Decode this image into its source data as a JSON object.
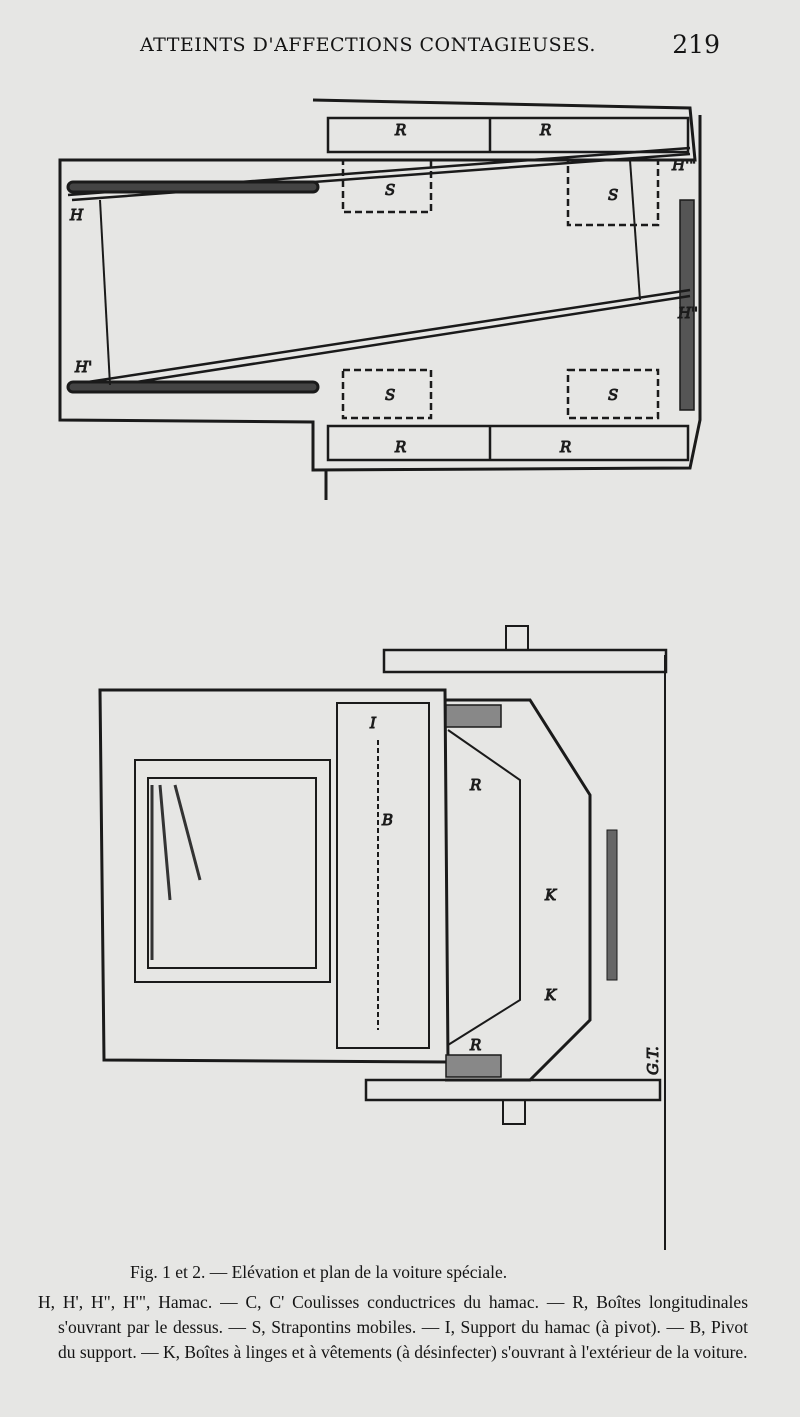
{
  "header": {
    "running_title": "ATTEINTS D'AFFECTIONS CONTAGIEUSES.",
    "page_number": "219"
  },
  "figure1": {
    "labels": {
      "r1": "R",
      "r2": "R",
      "r3": "R",
      "r4": "R",
      "s1": "S",
      "s2": "S",
      "s3": "S",
      "s4": "S",
      "h": "H",
      "h1": "H'",
      "h2": "H\"",
      "h3": "H'\""
    }
  },
  "figure2": {
    "labels": {
      "i_top": "I",
      "b": "B",
      "k1": "K",
      "k2": "K",
      "r_top": "R",
      "r_bottom": "R",
      "engraver": "G.T."
    }
  },
  "caption": "Fig. 1 et 2. — Elévation et plan de la voiture spéciale.",
  "legend": "H, H', H\", H'\", Hamac. — C, C' Coulisses conductrices du hamac. — R, Boîtes longitudinales s'ouvrant par le dessus. — S, Strapontins mobiles. — I, Support du hamac (à pivot). — B, Pivot du support. — K, Boîtes à linges et à vêtements (à désinfecter) s'ouvrant à l'extérieur de la voiture."
}
